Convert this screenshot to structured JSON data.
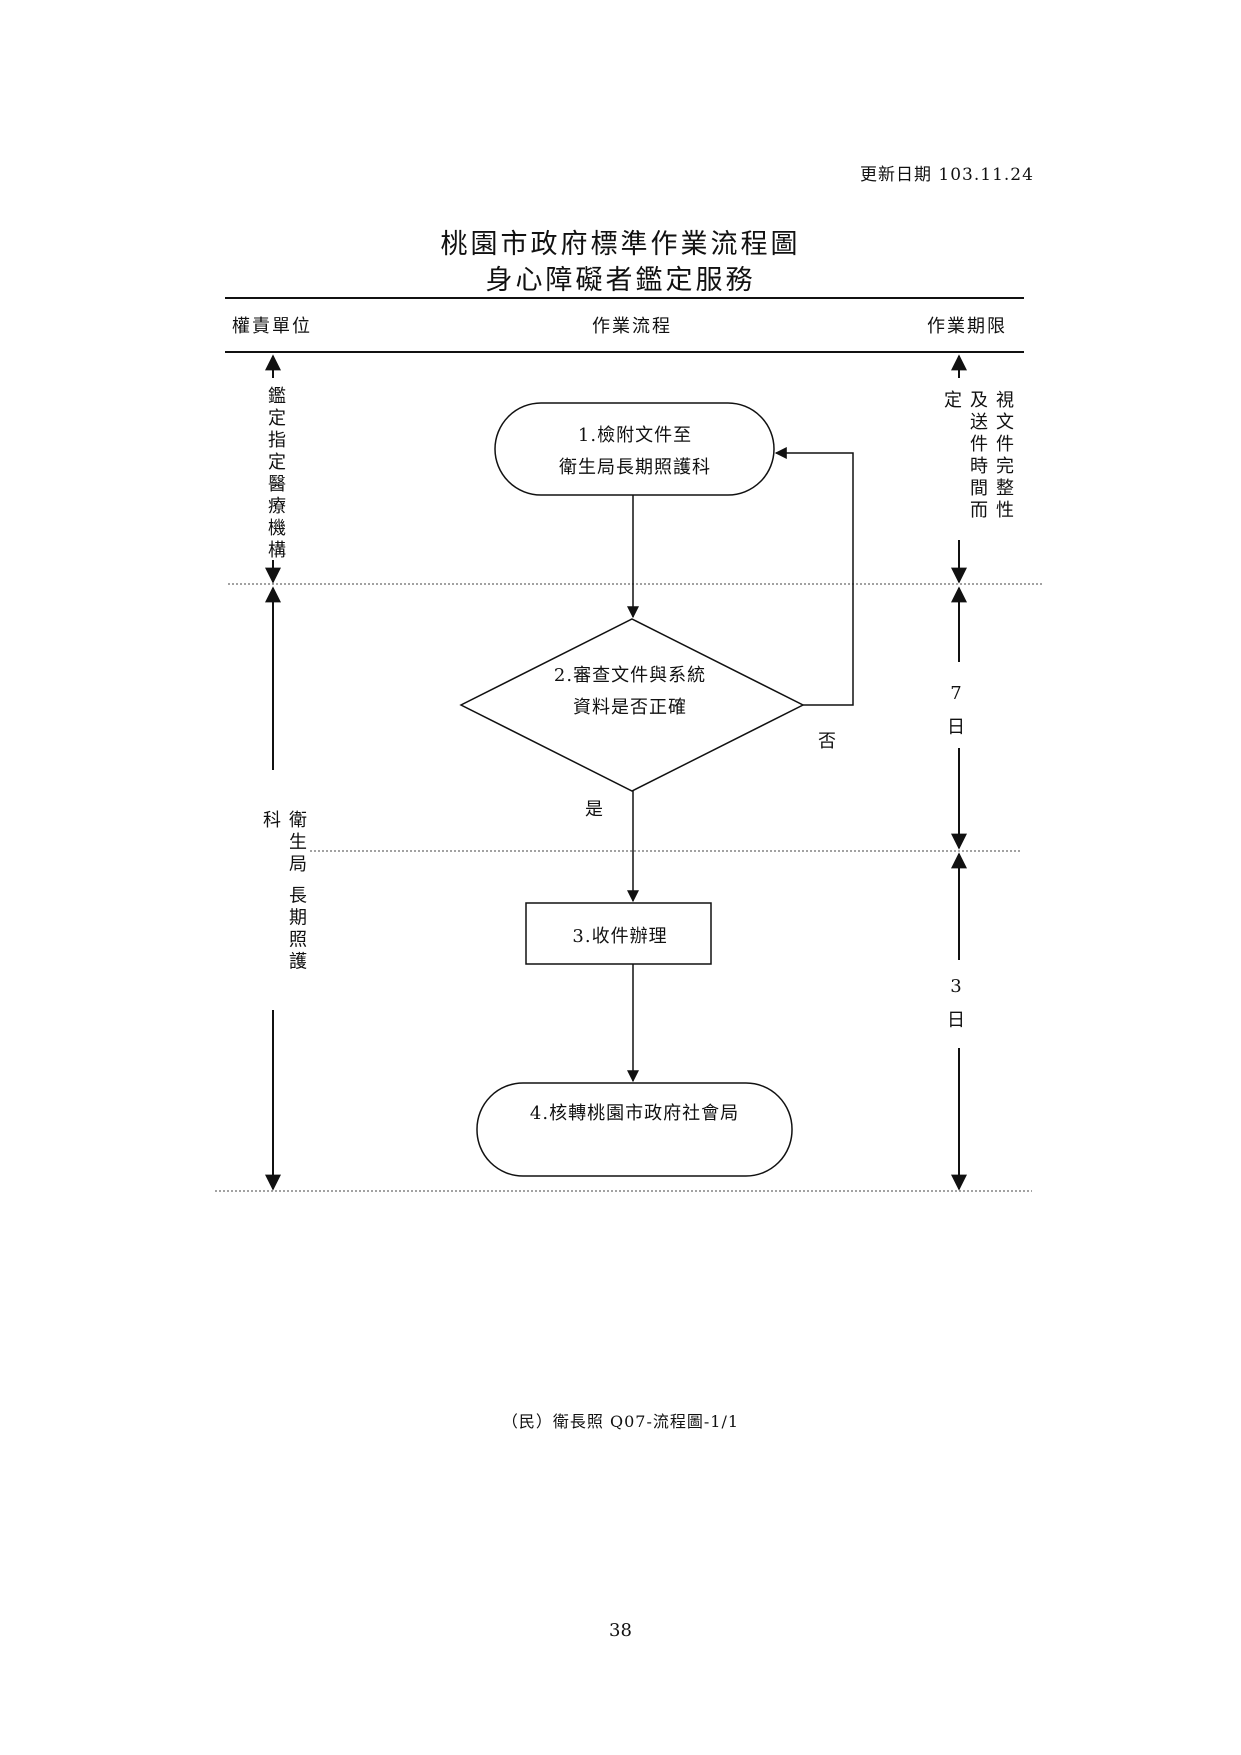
{
  "update_date": "更新日期  103.11.24",
  "title_line1": "桃園市政府標準作業流程圖",
  "title_line2": "身心障礙者鑑定服務",
  "headers": {
    "unit": "權責單位",
    "process": "作業流程",
    "deadline": "作業期限"
  },
  "units": [
    "鑑定指定醫療機構",
    "衛生局 長期照護科"
  ],
  "deadline_note": "視文件完整性及送件時間而定",
  "nodes": {
    "step1": [
      "1.檢附文件至",
      "衛生局長期照護科"
    ],
    "step2": [
      "2.審查文件與系統",
      "資料是否正確"
    ],
    "step3": "3.收件辦理",
    "step4": "4.核轉桃園市政府社會局"
  },
  "decision_labels": {
    "no": "否",
    "yes": "是"
  },
  "deadlines": {
    "review": [
      "7",
      "日"
    ],
    "process": [
      "3",
      "日"
    ]
  },
  "footer_code": "（民）衛長照 Q07-流程圖-1/1",
  "page_number": "38"
}
